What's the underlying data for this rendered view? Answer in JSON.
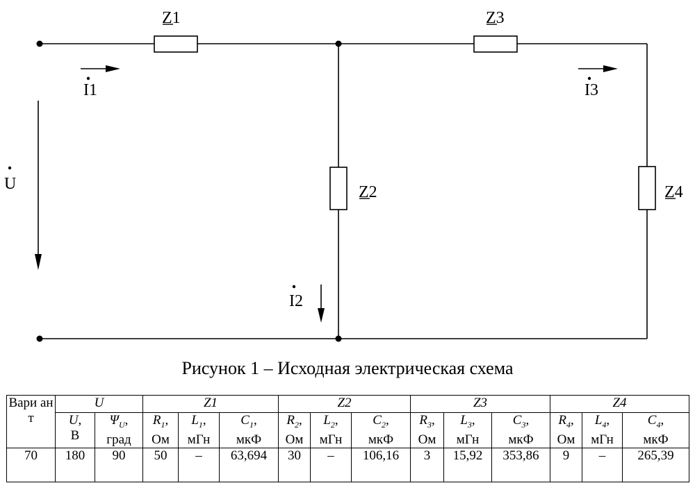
{
  "circuit": {
    "impedances": [
      "Z1",
      "Z2",
      "Z3",
      "Z4"
    ],
    "currents": [
      "I1",
      "I2",
      "I3"
    ],
    "voltage": "U"
  },
  "caption": "Рисунок 1 – Исходная электрическая схема",
  "table": {
    "variant_header": "Вари ант",
    "groups": [
      "U",
      "Z1",
      "Z2",
      "Z3",
      "Z4"
    ],
    "sub": [
      {
        "sym": "U",
        "sub": "",
        "unit": "В"
      },
      {
        "sym": "Ψ",
        "sub": "U",
        "unit": "град"
      },
      {
        "sym": "R",
        "sub": "1",
        "unit": "Ом"
      },
      {
        "sym": "L",
        "sub": "1",
        "unit": "мГн"
      },
      {
        "sym": "C",
        "sub": "1",
        "unit": "мкФ"
      },
      {
        "sym": "R",
        "sub": "2",
        "unit": "Ом"
      },
      {
        "sym": "L",
        "sub": "2",
        "unit": "мГн"
      },
      {
        "sym": "C",
        "sub": "2",
        "unit": "мкФ"
      },
      {
        "sym": "R",
        "sub": "3",
        "unit": "Ом"
      },
      {
        "sym": "L",
        "sub": "3",
        "unit": "мГн"
      },
      {
        "sym": "C",
        "sub": "3",
        "unit": "мкФ"
      },
      {
        "sym": "R",
        "sub": "4",
        "unit": "Ом"
      },
      {
        "sym": "L",
        "sub": "4",
        "unit": "мГн"
      },
      {
        "sym": "C",
        "sub": "4",
        "unit": "мкФ"
      }
    ],
    "row": [
      "70",
      "180",
      "90",
      "50",
      "–",
      "63,694",
      "30",
      "–",
      "106,16",
      "3",
      "15,92",
      "353,86",
      "9",
      "–",
      "265,39"
    ]
  }
}
